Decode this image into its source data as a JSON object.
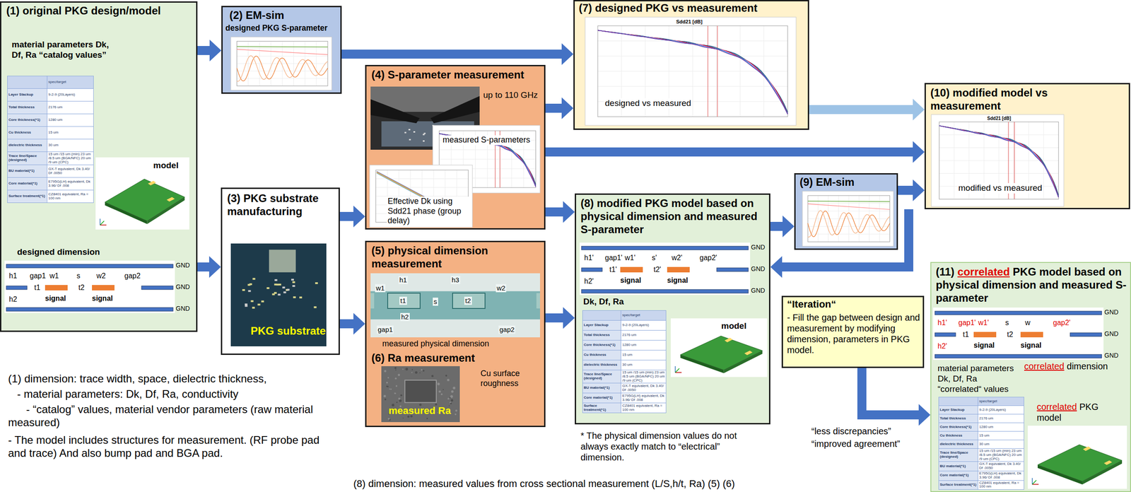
{
  "diagram": {
    "nodes": [
      {
        "text": [
          "(1) original PKG design/model",
          "material parameters Dk, Df, Ra “catalog values”",
          "model",
          "designed dimension"
        ]
      },
      {
        "text": [
          "(2) EM-sim",
          "designed PKG S-parameter"
        ]
      },
      {
        "text": [
          "(3) PKG substrate manufacturing",
          "PKG substrate"
        ]
      },
      {
        "text": [
          "(4) S-parameter measurement",
          "up to 110 GHz",
          "measured S-parameters",
          "Effective Dk using Sdd21 phase (group delay)"
        ]
      },
      {
        "text": [
          "(5) physical dimension measurement",
          "measured physical dimension",
          "(6) Ra measurement",
          "Cu surface roughness",
          "measured Ra"
        ]
      },
      {
        "text": [
          "(7) designed PKG vs measurement",
          "designed vs measured"
        ]
      },
      {
        "text": [
          "(8) modified PKG model based on physical dimension and measured S-parameter",
          "Dk, Df, Ra",
          "model"
        ]
      },
      {
        "text": [
          "(9) EM-sim"
        ]
      },
      {
        "text": [
          "(10) modified model vs measurement",
          "modified vs measured"
        ]
      },
      {
        "text": [
          "“Iteration“",
          "- Fill the gap between design and measurement by modifying dimension, parameters in PKG model."
        ]
      },
      {
        "text": [
          "(11)",
          "correlated",
          "PKG model based on physical dimension and measured S-parameter",
          "correlated",
          "dimension",
          "material parameters Dk, Df, Ra",
          "“correlated“ values",
          "correlated",
          "PKG model"
        ]
      }
    ],
    "edges": [
      {
        "from": 0,
        "to": 1,
        "arrow": "to"
      },
      {
        "from": 0,
        "to": 2,
        "arrow": "to"
      },
      {
        "from": 1,
        "to": 5,
        "arrow": "to"
      },
      {
        "from": 2,
        "to": 3,
        "arrow": "to"
      },
      {
        "from": 2,
        "to": 4,
        "arrow": "to"
      },
      {
        "from": 3,
        "to": 5,
        "arrow": "to"
      },
      {
        "from": 3,
        "to": 8,
        "arrow": "to"
      },
      {
        "from": 3,
        "to": 6,
        "arrow": "to"
      },
      {
        "from": 4,
        "to": 6,
        "arrow": "to"
      },
      {
        "from": 6,
        "to": 7,
        "arrow": "to"
      },
      {
        "from": 7,
        "to": 8,
        "arrow": "to"
      },
      {
        "from": 5,
        "to": 8,
        "arrow": "to"
      },
      {
        "from": 8,
        "to": 6,
        "arrow": "to"
      },
      {
        "from": 9,
        "to": 10,
        "arrow": "to"
      }
    ],
    "labels": [
      "spec/target",
      "Layer Stackup",
      "9-2-9 (20Layers)",
      "Total thickness",
      "2176 um",
      "Core thickness(*1)",
      "1280 um",
      "Cu thickness",
      "15 um",
      "dielectric thickness",
      "30 um",
      "Trace line/Space (designed)",
      "15 um /15 um (min) 23 um /8.5 um (BGA/NFC) 20 um /9 um (CPC)",
      "BU material(*1)",
      "GX-T equivalent, Dk 3.40/ Df .0050",
      "Core material(*1)",
      "E795G(LH) equivalent, Dk 3.96/ Df .008",
      "Surface treatment(*1)",
      "CZ8401 equivalent, Ra = 100 nm",
      "h1",
      "gap1",
      "w1",
      "s",
      "w2",
      "gap2",
      "t1",
      "t2",
      "h2",
      "signal",
      "signal",
      "GND",
      "GND",
      "GND",
      "w1",
      "h1",
      "t1",
      "h2",
      "gap1",
      "s",
      "h3",
      "w2",
      "t2",
      "gap2",
      "Sdd21 [dB]",
      "h1'",
      "gap1'",
      "w1'",
      "s'",
      "w2'",
      "gap2'",
      "t1'",
      "t2'",
      "h2'",
      "signal",
      "signal",
      "GND",
      "GND",
      "GND",
      "spec/target",
      "Layer Stackup",
      "9-2-9 (20Layers)",
      "Total thickness",
      "2176 um",
      "Core thickness(*1)",
      "1280 um",
      "Cu thickness",
      "15 um",
      "dielectric thickness",
      "30 um",
      "Trace line/Space (designed)",
      "15 um /15 um (min) 23 um /8.5 um (BGA/NFC) 20 um /9 um (CPC)",
      "BU material(*1)",
      "GX-T equivalent, Dk 3.40/ Df .0050",
      "Core material(*1)",
      "E795G(LH) equivalent, Dk 3.96/ Df .008",
      "Surface treatment(*1)",
      "CZ8401 equivalent, Ra = 100 nm",
      "Sdd21 [dB]",
      "h1'",
      "gap1'",
      "w1'",
      "s",
      "w",
      "gap2'",
      "t1",
      "t2",
      "h2'",
      "signal",
      "signal",
      "GND",
      "GND",
      "GND",
      "spec/target",
      "Layer Stackup",
      "9-2-9 (20Layers)",
      "Total thickness",
      "2176 um",
      "Core thickness(*1)",
      "1280 um",
      "Cu thickness",
      "15 um",
      "dielectric thickness",
      "30 um",
      "Trace line/Space (designed)",
      "15 um /15 um (min) 23 um /8.5 um (BGA/NFC) 20 um /9 um (CPC)",
      "BU material(*1)",
      "GX-T equivalent, Dk 3.40/ Df .0050",
      "Core material(*1)",
      "E795G(LH) equivalent, Dk 3.96/ Df .008",
      "Surface treatment(*1)",
      "CZ8401 equivalent, Ra = 100 nm",
      "(1) dimension: trace width, space, dielectric thickness,",
      "- material parameters: Dk, Df, Ra, conductivity",
      "- “catalog” values, material vendor parameters (raw material measured)",
      "- The model includes structures for measurement. (RF probe pad and trace) And also bump pad and BGA pad.",
      "* The physical dimension values do not always exactly match to “electrical” dimension.",
      "“less discrepancies”",
      "“improved agreement”",
      "(8) dimension: measured values from cross sectional measurement (L/S,h/t, Ra) (5) (6)"
    ]
  }
}
